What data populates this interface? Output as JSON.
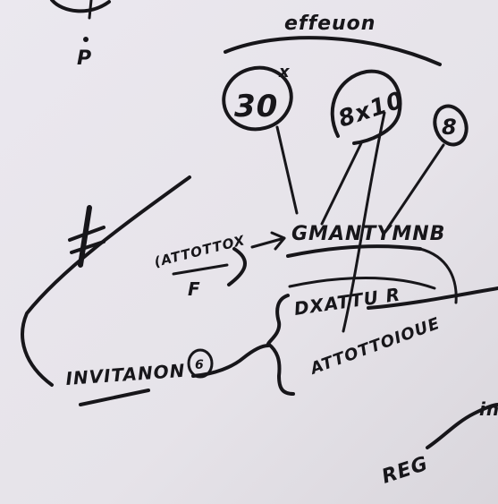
{
  "labels": {
    "top_heading": "effeuon",
    "bubble_1": "30",
    "bubble_1_sup": "x",
    "bubble_2": "8x10",
    "bubble_3": "8",
    "middle_word": "GMANTYMNB",
    "left_note_top": "(ATTOTTOX",
    "left_note_bottom": "F",
    "box_word_top": "DXATTU R",
    "box_word_bottom": "ATTOTTOIOUE",
    "left_bottom_word": "INVITANON",
    "small_circle_mark": "6",
    "corner_word": "REG",
    "edge_word": "in",
    "top_left_mark": "P"
  },
  "colors": {
    "paper": "#e7e4ea",
    "ink": "#17161a"
  }
}
